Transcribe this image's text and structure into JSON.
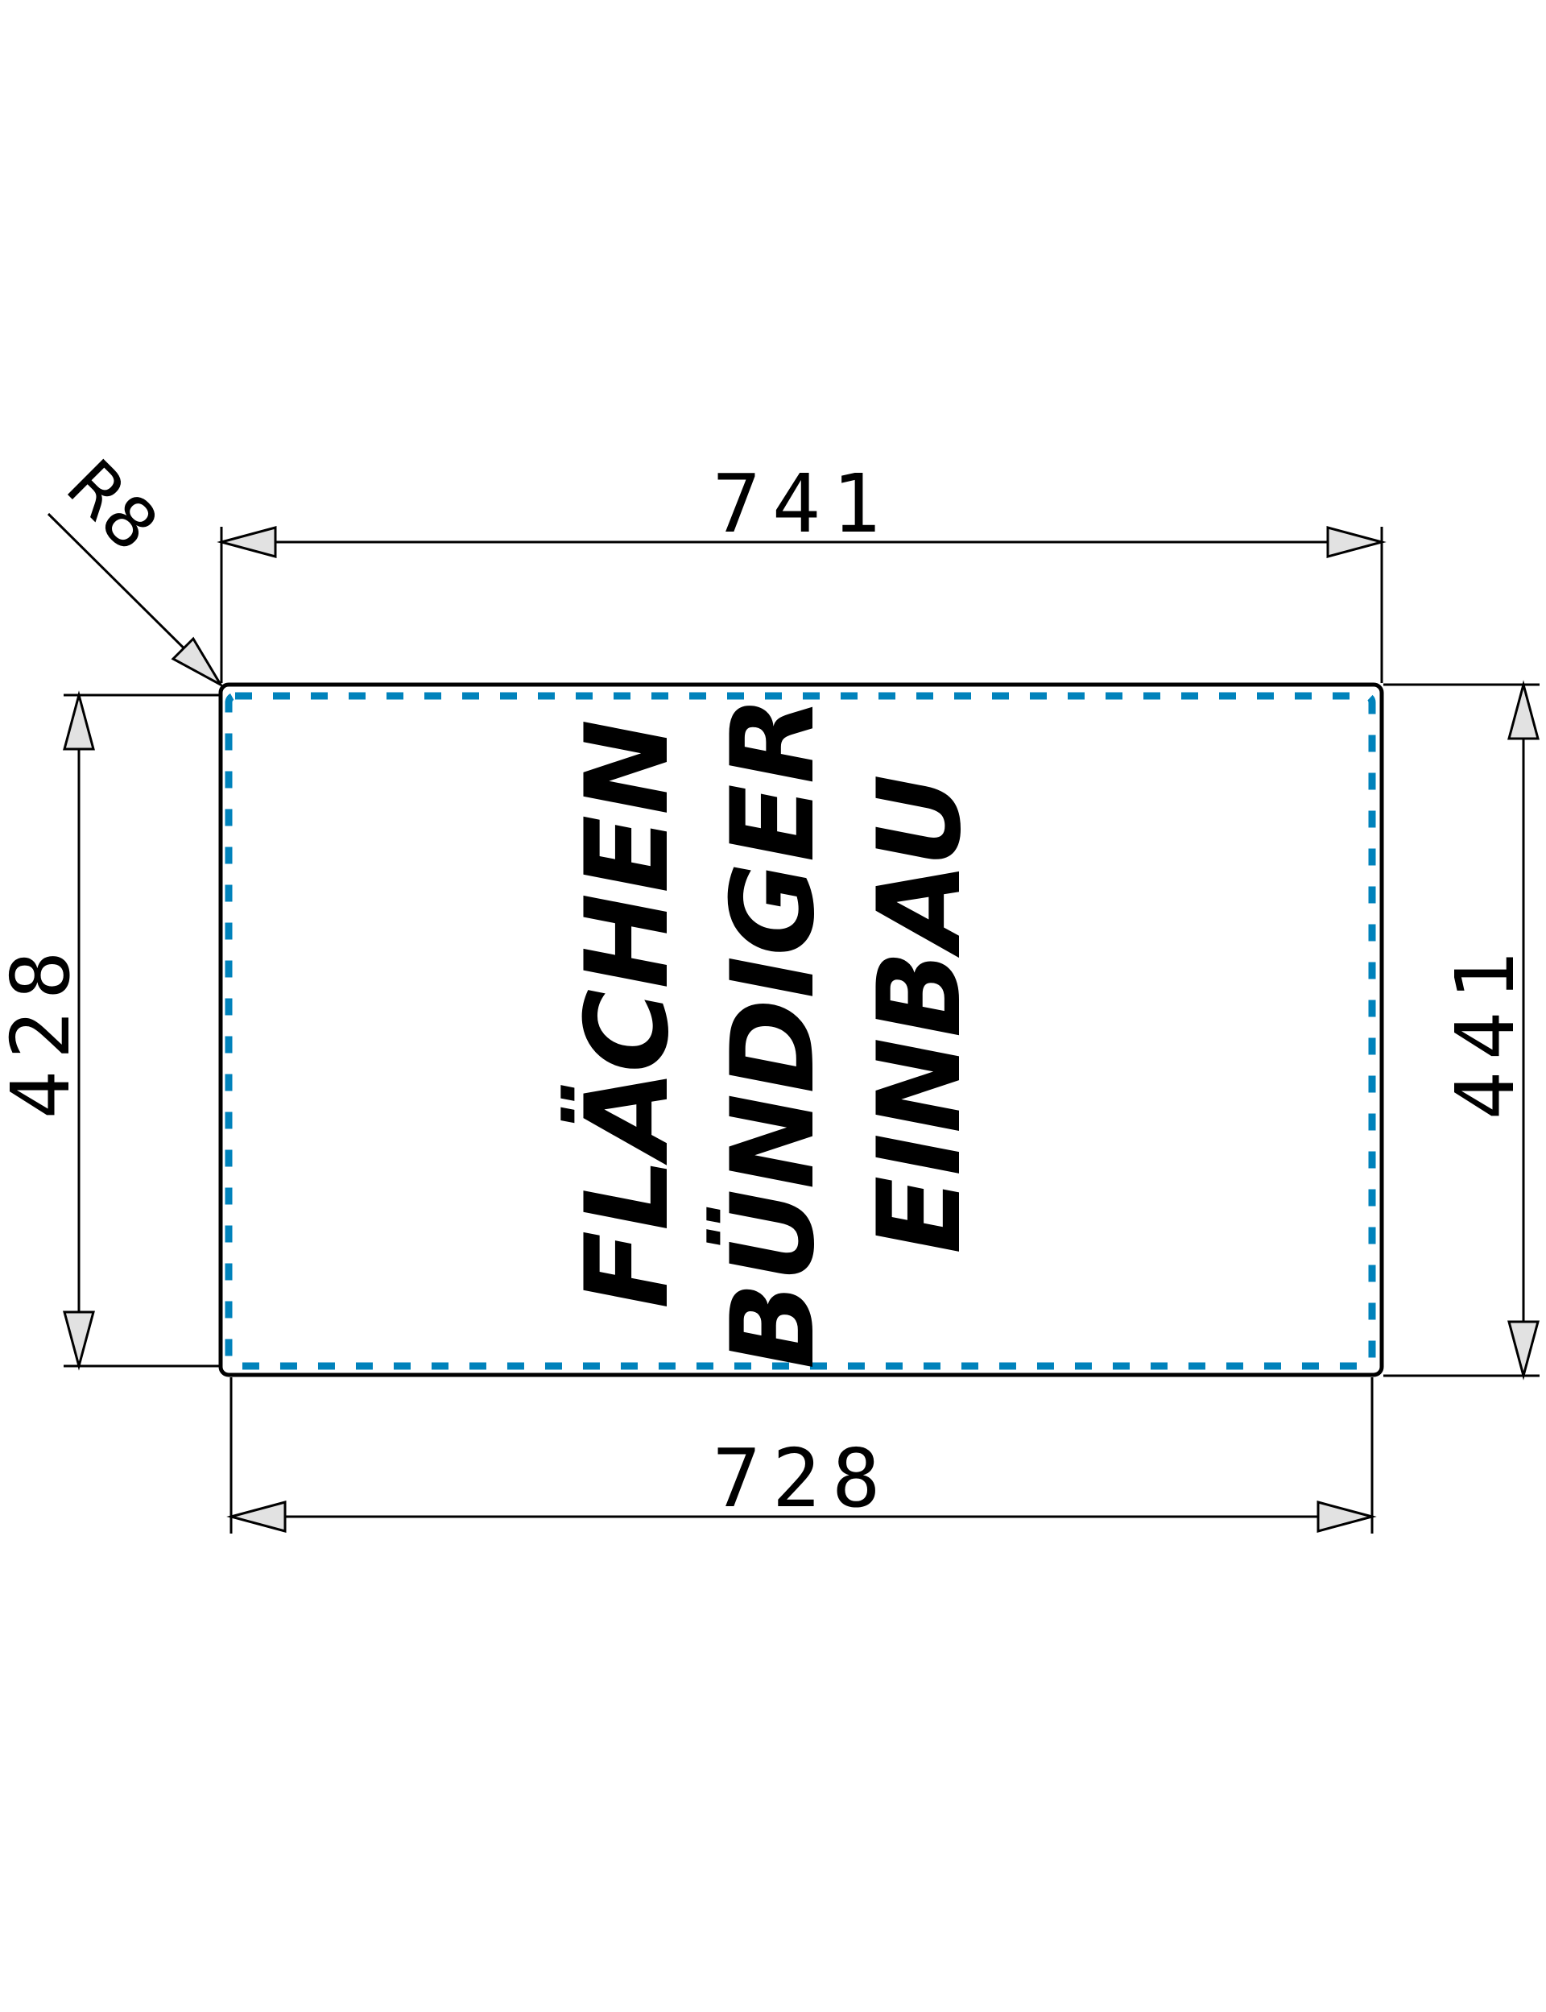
{
  "drawing": {
    "type": "cutout-dimension-drawing",
    "colors": {
      "outline": "#000000",
      "flush_mount_dashed": "#0082BB",
      "arrow_fill": "#E2E2E2",
      "background": "#FFFFFF"
    },
    "dimensions": {
      "top_width": "741",
      "bottom_width": "728",
      "left_height": "428",
      "right_height": "441",
      "corner_radius": "R8"
    },
    "center_label": {
      "lines": [
        "FLÄCHEN",
        "BÜNDIGER",
        "EINBAU"
      ]
    }
  }
}
